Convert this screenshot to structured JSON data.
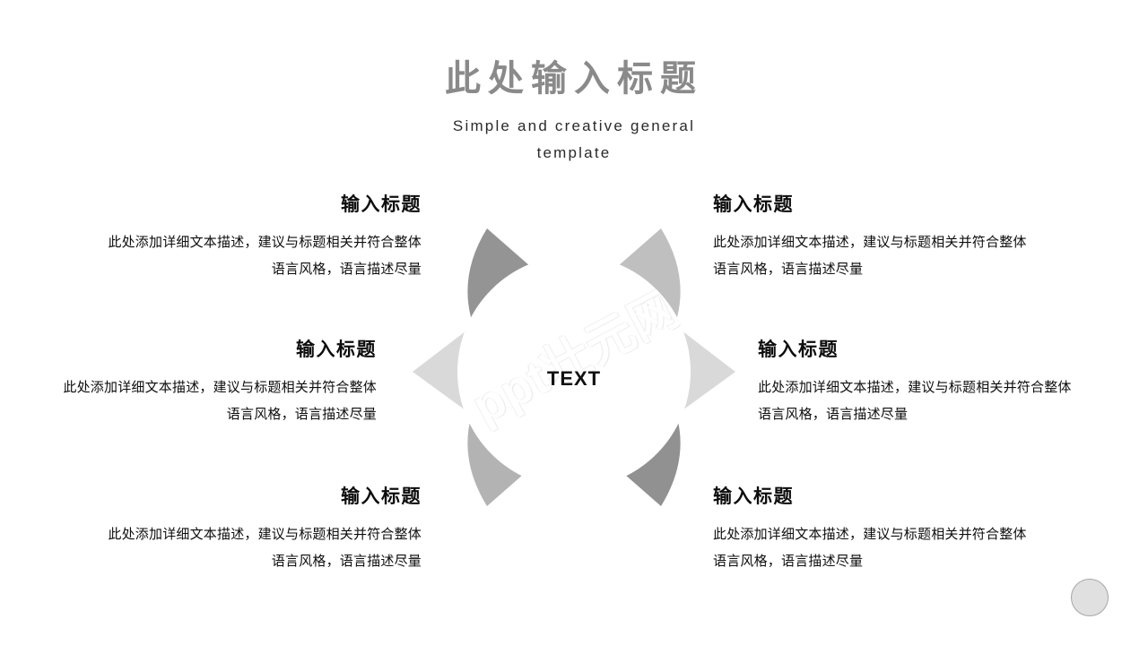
{
  "header": {
    "title": "此处输入标题",
    "subtitle": "Simple and creative general template",
    "title_color": "#8a8a8a"
  },
  "center": {
    "label": "TEXT",
    "watermark": "ppt壮元网"
  },
  "petals": {
    "top_left_color": "#949494",
    "top_right_color": "#bfbfbf",
    "left_color": "#d9d9d9",
    "right_color": "#d9d9d9",
    "bottom_left_color": "#b3b3b3",
    "bottom_right_color": "#919191"
  },
  "blocks": [
    {
      "id": "top-left",
      "title": "输入标题",
      "body": "此处添加详细文本描述，建议与标题相关并符合整体语言风格，语言描述尽量"
    },
    {
      "id": "top-right",
      "title": "输入标题",
      "body": "此处添加详细文本描述，建议与标题相关并符合整体语言风格，语言描述尽量"
    },
    {
      "id": "middle-left",
      "title": "输入标题",
      "body": "此处添加详细文本描述，建议与标题相关并符合整体语言风格，语言描述尽量"
    },
    {
      "id": "middle-right",
      "title": "输入标题",
      "body": "此处添加详细文本描述，建议与标题相关并符合整体语言风格，语言描述尽量"
    },
    {
      "id": "bottom-left",
      "title": "输入标题",
      "body": "此处添加详细文本描述，建议与标题相关并符合整体语言风格，语言描述尽量"
    },
    {
      "id": "bottom-right",
      "title": "输入标题",
      "body": "此处添加详细文本描述，建议与标题相关并符合整体语言风格，语言描述尽量"
    }
  ]
}
